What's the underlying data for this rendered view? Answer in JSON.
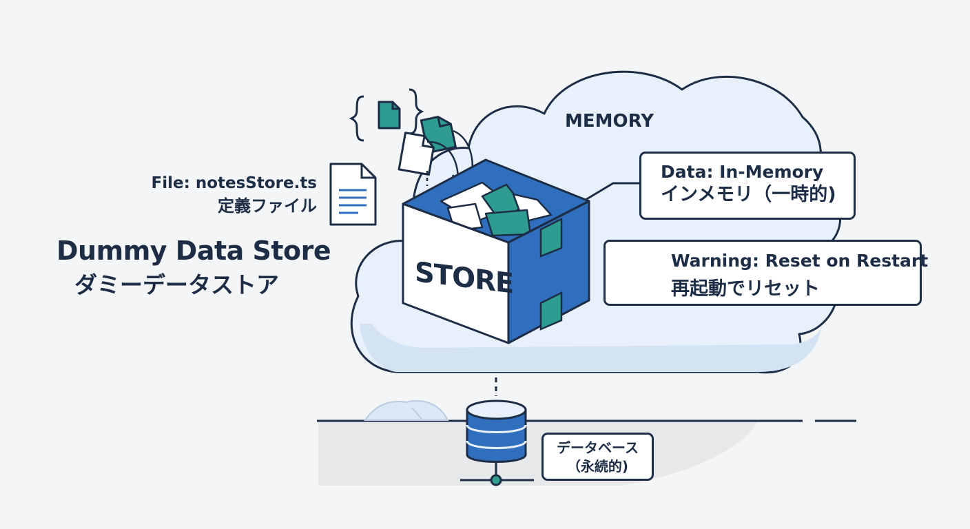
{
  "file_label": {
    "line1": "File: notesStore.ts",
    "line2": "定義ファイル"
  },
  "title": {
    "en": "Dummy Data Store",
    "jp": "ダミーデータストア"
  },
  "cloud": {
    "label": "MEMORY"
  },
  "store_box": {
    "label": "STORE"
  },
  "data_note": {
    "line1": "Data: In-Memory",
    "line2": "インメモリ（一時的)"
  },
  "warning_note": {
    "line1": "Warning: Reset on Restart",
    "line2": "再起動でリセット",
    "icon": "warning-triangle-icon"
  },
  "database_note": {
    "line1": "データベース",
    "line2": "（永続的)"
  },
  "colors": {
    "navy": "#1c2d45",
    "blue": "#2f6fbe",
    "teal": "#2e9c8e",
    "cloud": "#eef4fb",
    "background": "#f4f5f6"
  }
}
